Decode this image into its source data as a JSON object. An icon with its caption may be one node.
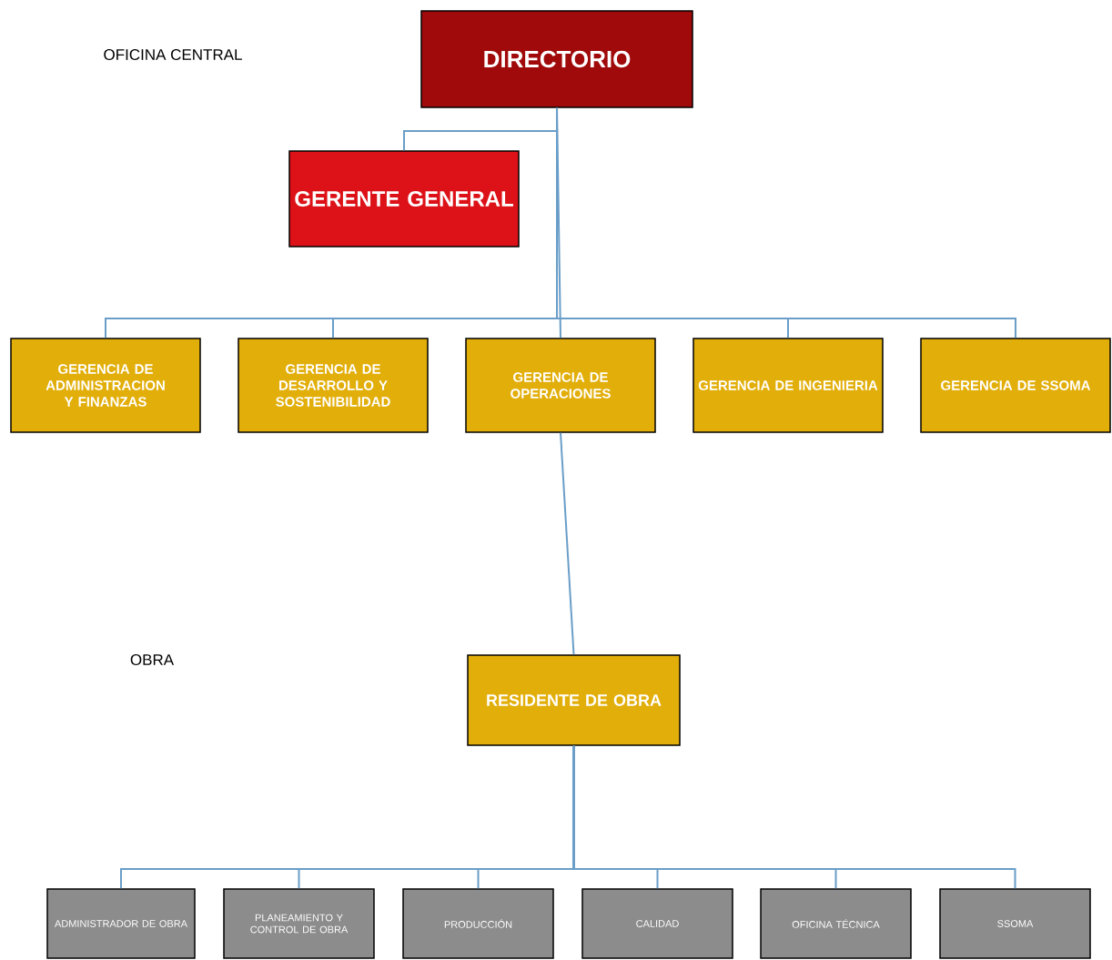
{
  "diagram": {
    "nodes": [
      {
        "text": [
          "DIRECTORIO"
        ]
      },
      {
        "text": [
          "GERENTE GENERAL"
        ]
      },
      {
        "text": [
          "GERENCIA DE ADMINISTRACION Y FINANZAS"
        ]
      },
      {
        "text": [
          "GERENCIA DE DESARROLLO Y SOSTENIBILIDAD"
        ]
      },
      {
        "text": [
          "GERENCIA DE OPERACIONES"
        ]
      },
      {
        "text": [
          "GERENCIA DE INGENIERIA"
        ]
      },
      {
        "text": [
          "GERENCIA DE SSOMA"
        ]
      },
      {
        "text": [
          "RESIDENTE DE OBRA"
        ]
      },
      {
        "text": [
          "ADMINISTRADOR DE OBRA"
        ]
      },
      {
        "text": [
          "PLANEAMIENTO Y CONTROL DE OBRA"
        ]
      },
      {
        "text": [
          "PRODUCCIÓN"
        ]
      },
      {
        "text": [
          "CALIDAD"
        ]
      },
      {
        "text": [
          "OFICINA TÉCNICA"
        ]
      },
      {
        "text": [
          "SSOMA"
        ]
      }
    ],
    "edges": [
      {
        "from": 0,
        "to": 1,
        "arrow": "none"
      },
      {
        "from": 0,
        "to": 2,
        "arrow": "none"
      },
      {
        "from": 0,
        "to": 3,
        "arrow": "none"
      },
      {
        "from": 0,
        "to": 4,
        "arrow": "none"
      },
      {
        "from": 0,
        "to": 5,
        "arrow": "none"
      },
      {
        "from": 0,
        "to": 6,
        "arrow": "none"
      },
      {
        "from": 4,
        "to": 7,
        "arrow": "none"
      },
      {
        "from": 7,
        "to": 8,
        "arrow": "none"
      },
      {
        "from": 7,
        "to": 9,
        "arrow": "none"
      },
      {
        "from": 7,
        "to": 10,
        "arrow": "none"
      },
      {
        "from": 7,
        "to": 11,
        "arrow": "none"
      },
      {
        "from": 7,
        "to": 12,
        "arrow": "none"
      },
      {
        "from": 7,
        "to": 13,
        "arrow": "none"
      }
    ],
    "labels": [
      "OFICINA CENTRAL",
      "OBRA"
    ]
  }
}
